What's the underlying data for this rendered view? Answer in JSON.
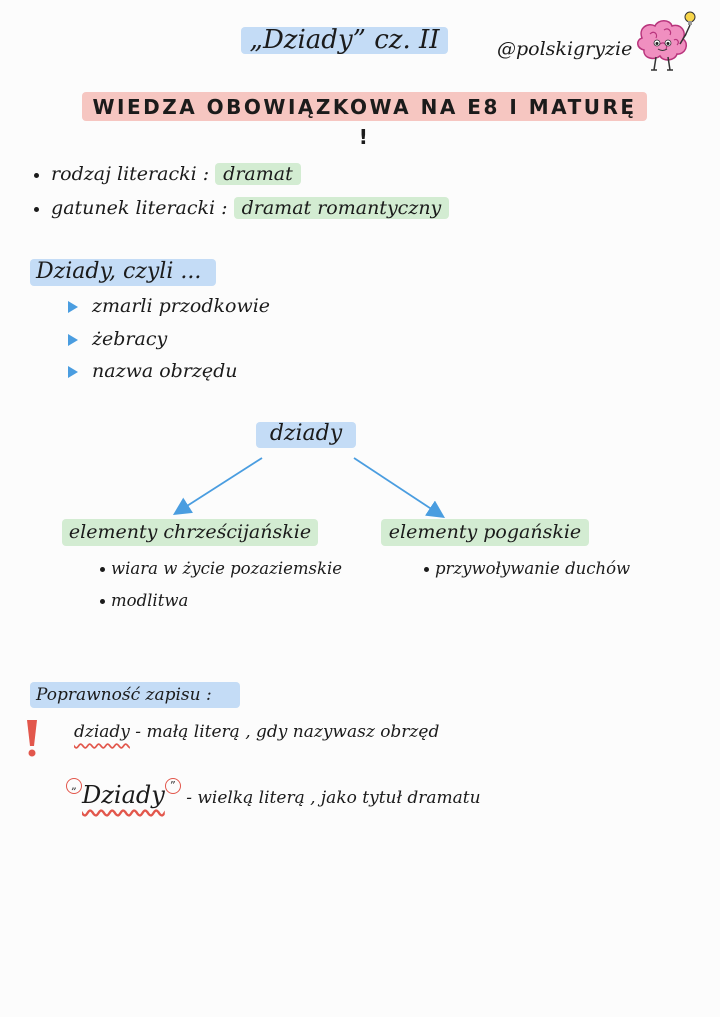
{
  "header": {
    "title": "„Dziady” cz. II",
    "handle": "@polskigryzie",
    "banner": "WIEDZA OBOWIĄZKOWA NA E8 I MATURĘ !"
  },
  "genre": {
    "genus_label": "rodzaj literacki :",
    "genus_value": "dramat",
    "genre_label": "gatunek literacki :",
    "genre_value": "dramat romantyczny"
  },
  "meanings": {
    "heading": "Dziady, czyli ...",
    "items": [
      "zmarli przodkowie",
      "żebracy",
      "nazwa obrzędu"
    ]
  },
  "diagram": {
    "root": "dziady",
    "left_title": "elementy chrześcijańskie",
    "left_items": [
      "wiara w życie pozaziemskie",
      "modlitwa"
    ],
    "right_title": "elementy pogańskie",
    "right_items": [
      "przywoływanie duchów"
    ]
  },
  "spelling": {
    "heading": "Poprawność zapisu :",
    "rule1_word": "dziady",
    "rule1_text": " - małą literą , gdy nazywasz obrzęd",
    "rule2_open_quote": "„",
    "rule2_word": "Dziady",
    "rule2_close_quote": "”",
    "rule2_text": " - wielką literą , jako tytuł dramatu"
  },
  "colors": {
    "blue_highlight": "#c4dcf6",
    "green_highlight": "#d3ecd2",
    "red_highlight": "#f6c6c1",
    "arrow_blue": "#4a9de0",
    "accent_red": "#e2574c"
  },
  "icons": {
    "mascot": "brain-mascot-icon",
    "lightbulb": "lightbulb-icon",
    "exclamation": "exclamation-icon",
    "bullet": "triangle-bullet-icon"
  }
}
